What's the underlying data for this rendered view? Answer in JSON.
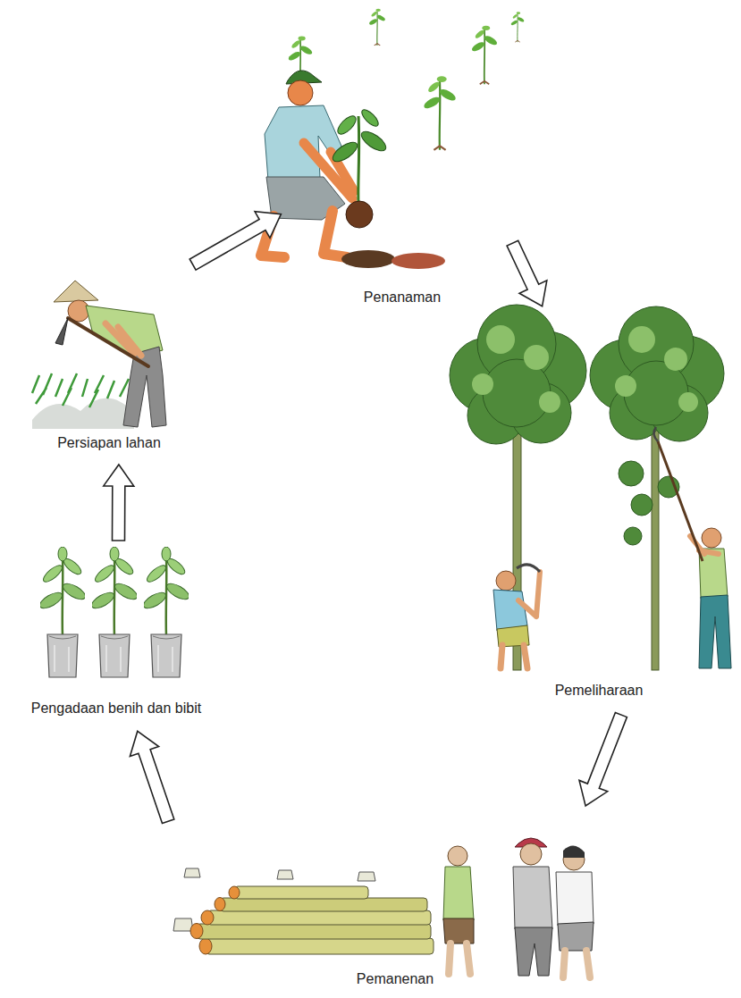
{
  "diagram": {
    "nodes": [
      {
        "text": [
          "Penanaman"
        ]
      },
      {
        "text": [
          "Persiapan lahan"
        ]
      },
      {
        "text": [
          "Pemeliharaan"
        ]
      },
      {
        "text": [
          "Pengadaan benih dan bibit"
        ]
      },
      {
        "text": [
          "Pemanenan"
        ]
      }
    ],
    "edges": [
      {
        "from": 3,
        "to": 1,
        "arrow": "to"
      },
      {
        "from": 1,
        "to": 0,
        "arrow": "to"
      },
      {
        "from": 0,
        "to": 2,
        "arrow": "to"
      },
      {
        "from": 2,
        "to": 4,
        "arrow": "to"
      },
      {
        "from": 4,
        "to": 3,
        "arrow": "to"
      }
    ]
  }
}
